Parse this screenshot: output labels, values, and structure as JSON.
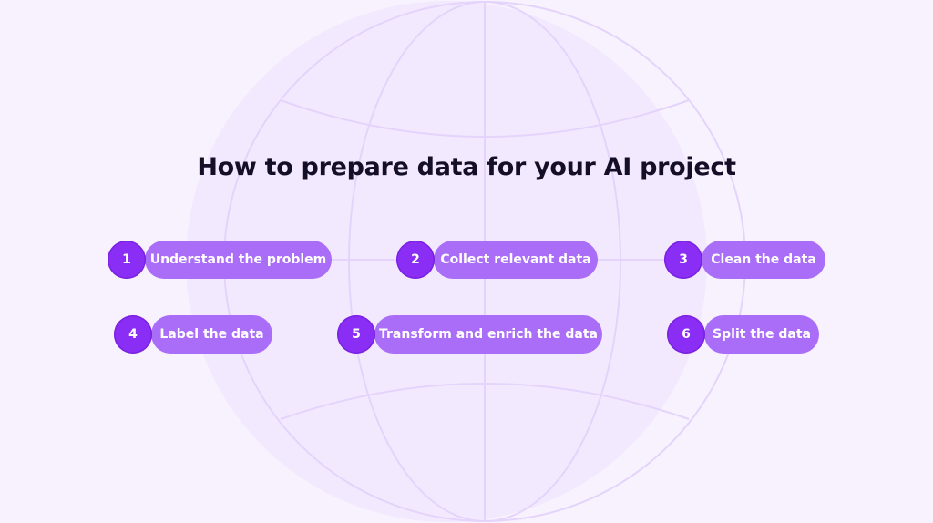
{
  "title": "How to prepare data for your AI project",
  "colors": {
    "background": "#f8f2fe",
    "globe_fill": "#f3e9fe",
    "globe_lines": "#e4d4fb",
    "number_circle": "#8a2ef6",
    "pill": "#a96df8",
    "title_text": "#140f27"
  },
  "steps": [
    {
      "number": "1",
      "label": "Understand the problem"
    },
    {
      "number": "2",
      "label": "Collect relevant data"
    },
    {
      "number": "3",
      "label": "Clean the data"
    },
    {
      "number": "4",
      "label": "Label the data"
    },
    {
      "number": "5",
      "label": "Transform and enrich the data"
    },
    {
      "number": "6",
      "label": "Split the data"
    }
  ]
}
